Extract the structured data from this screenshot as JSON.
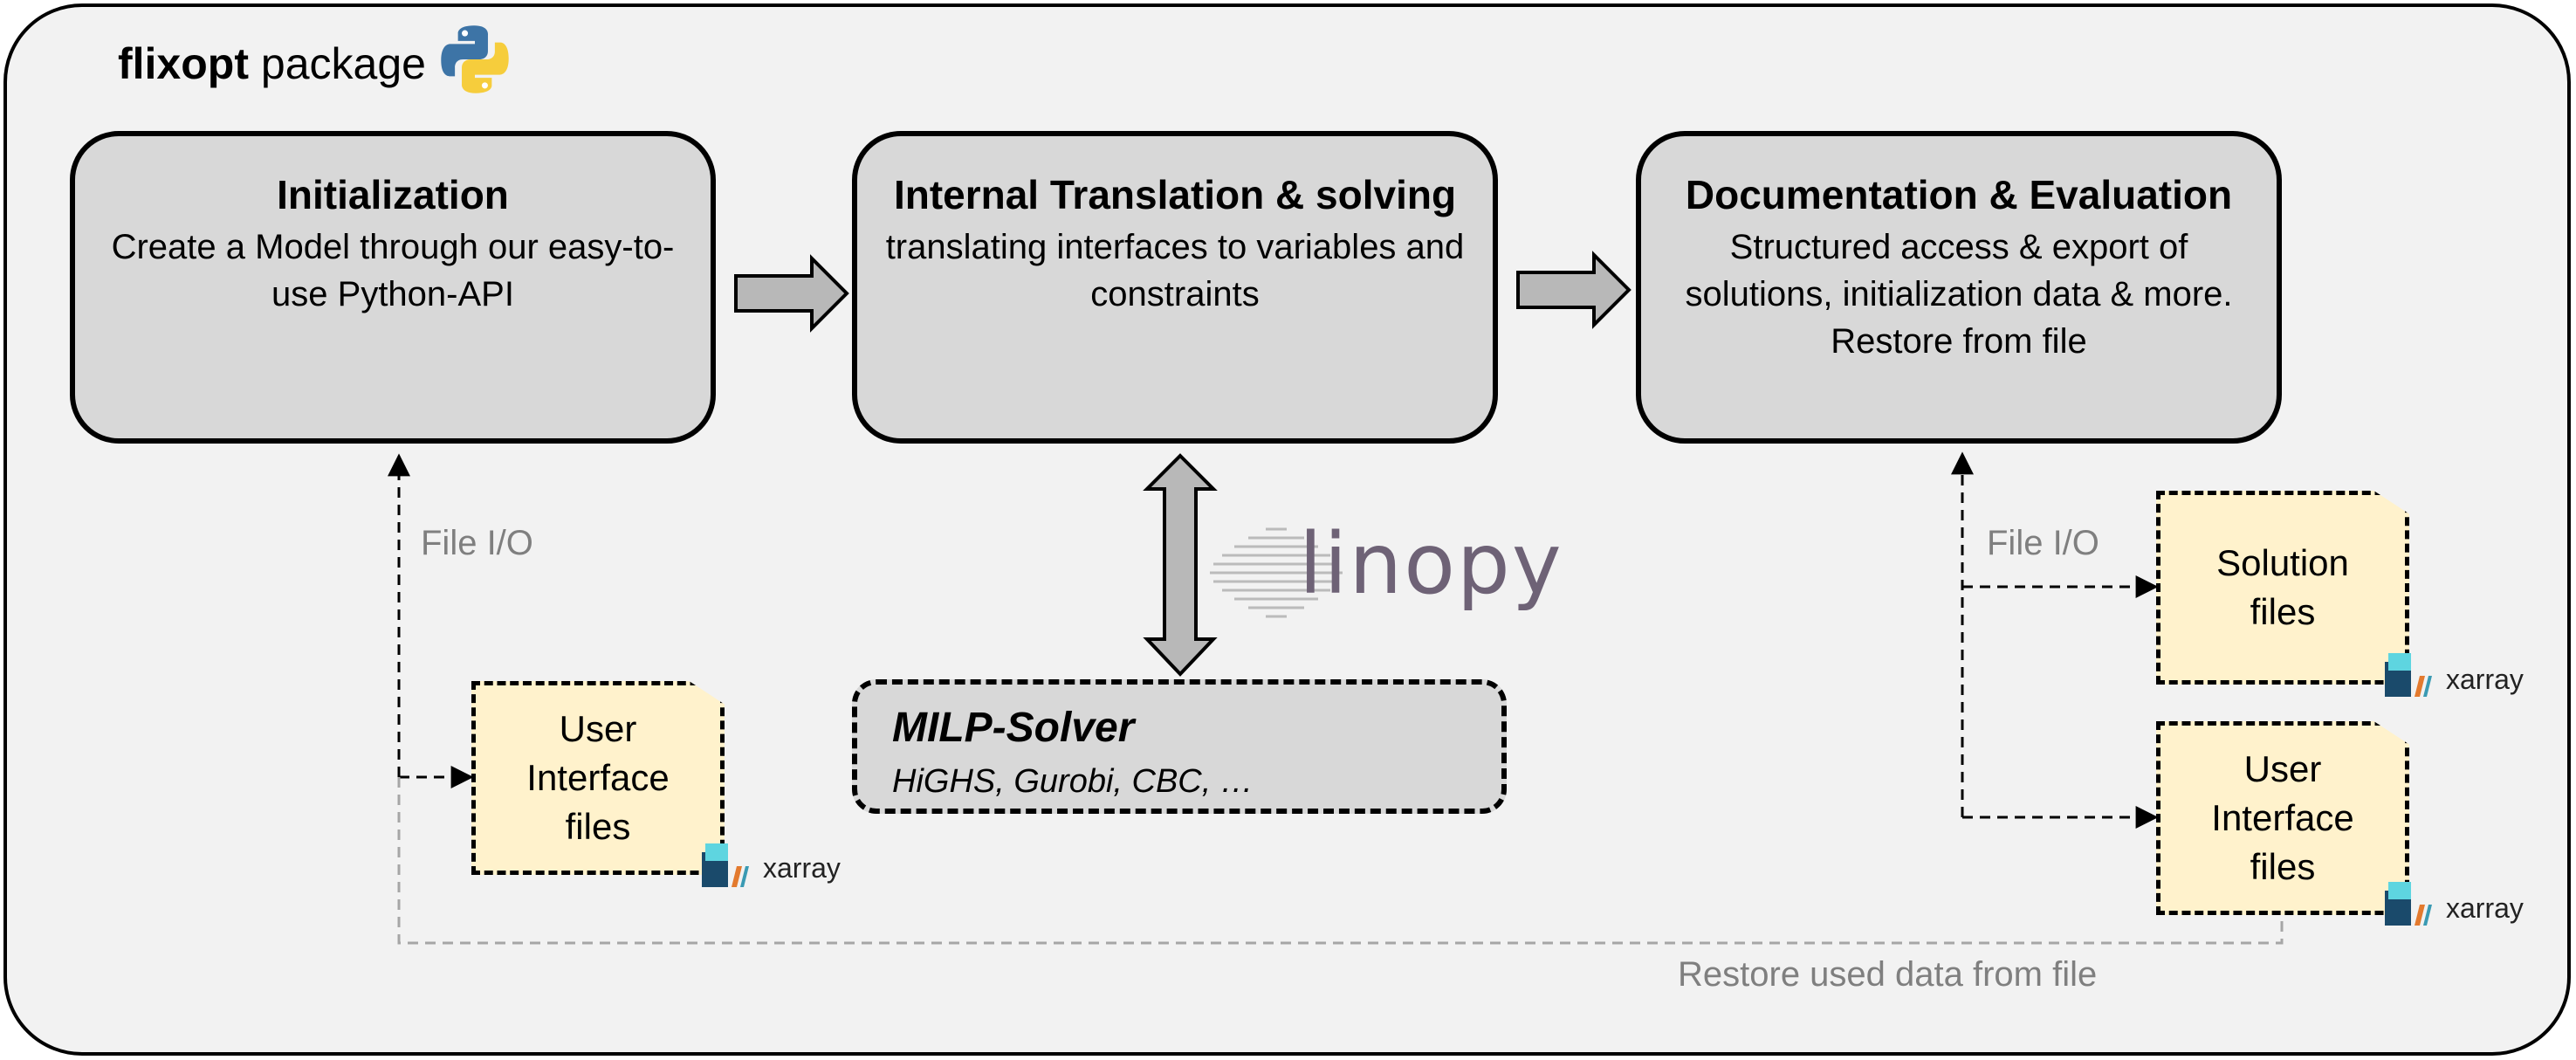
{
  "package": {
    "name": "flixopt",
    "suffix": "package",
    "icon": "python-logo-icon"
  },
  "stages": [
    {
      "title": "Initialization",
      "desc": "Create a Model through our easy-to-use Python-API"
    },
    {
      "title": "Internal Translation & solving",
      "desc": "translating interfaces to variables and constraints"
    },
    {
      "title": "Documentation & Evaluation",
      "desc": "Structured access & export of solutions, initialization data & more. Restore from file"
    }
  ],
  "linopy": {
    "label": "linopy"
  },
  "milp": {
    "title": "MILP-Solver",
    "subtitle": "HiGHS, Gurobi, CBC, …"
  },
  "file_io_left": "File I/O",
  "file_io_right": "File I/O",
  "files": {
    "user_left": [
      "User",
      "Interface",
      "files"
    ],
    "solution": [
      "Solution",
      "files"
    ],
    "user_right": [
      "User",
      "Interface",
      "files"
    ]
  },
  "xarray_label": "xarray",
  "restore_label": "Restore used data from file",
  "colors": {
    "stage_fill": "#d8d8d8",
    "file_fill": "#fff2cc",
    "background": "#f2f2f2",
    "gray_text": "#7f7f7f"
  }
}
